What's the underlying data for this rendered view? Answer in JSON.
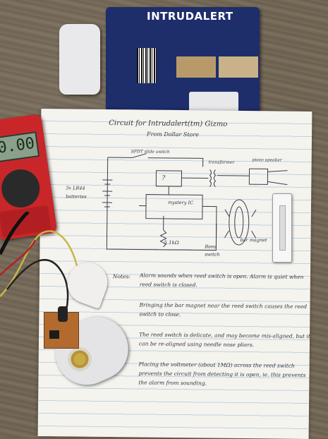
{
  "package": {
    "brand": "INTRUDALERT"
  },
  "multimeter": {
    "reading": "0.00"
  },
  "notebook": {
    "title": "Circuit for Intrudalert(tm) Gizmo",
    "subtitle": "From Dollar Store",
    "labels": {
      "spdt": "SPDT slide switch",
      "transformer": "transformer",
      "piezo": "piezo speaker",
      "batteries": "3x LR44 batteries",
      "ic_name": "mystery IC",
      "question": "?",
      "resistor": "5.1kΩ",
      "reed": "Reed switch",
      "magnet": "bar magnet"
    },
    "notes_heading": "Notes:",
    "notes": [
      "Alarm sounds when reed switch is open. Alarm is quiet when reed switch is closed.",
      "Bringing the bar magnet near the reed switch causes the reed switch to close.",
      "The reed switch is delicate, and may become mis-aligned, but it can be re-aligned using needle nose pliers.",
      "Placing the voltmeter (about 1MΩ) across the reed switch prevents the circuit from detecting it is open, ie. this prevents the alarm from sounding."
    ]
  }
}
